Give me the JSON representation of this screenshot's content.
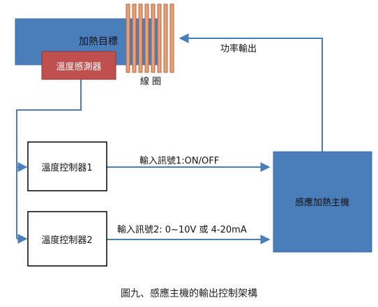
{
  "heating_target": {
    "label": "加熱目標"
  },
  "temp_sensor": {
    "label": "溫度感測器"
  },
  "coil": {
    "label": "線  圈"
  },
  "power_output": {
    "label": "功率輸出"
  },
  "controller_1": {
    "label": "溫度控制器1"
  },
  "controller_2": {
    "label": "溫度控制器2"
  },
  "signal_1": {
    "label": "輸入訊號1:ON/OFF"
  },
  "signal_2": {
    "label": "輸入訊號2: 0~10V 或 4-20mA"
  },
  "induction_host": {
    "label": "感應加熱主機"
  },
  "caption": "圖九、感應主機的輸出控制架構",
  "colors": {
    "blue_fill": "#4a7ebb",
    "blue_stroke": "#3a6aa8",
    "sensor_fill": "#c0504d",
    "sensor_stroke": "#8c3836",
    "coil_fill": "#e3a07a",
    "coil_stroke": "#b8663a",
    "line": "#4a7ebb",
    "box_stroke": "#000000",
    "text_dark": "#111111",
    "caption": "#222222"
  }
}
